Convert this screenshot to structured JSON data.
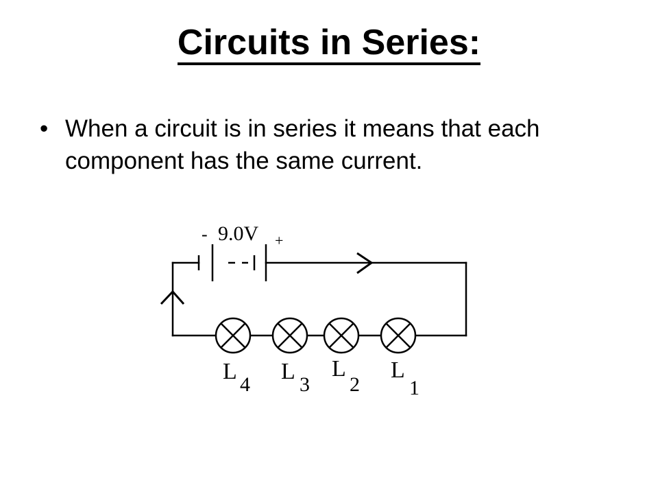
{
  "title": "Circuits in Series:",
  "bullets": [
    {
      "marker": "•",
      "text": "When a circuit is in series it means that each component has the same current."
    }
  ],
  "diagram": {
    "battery": {
      "voltage_label": "9.0V",
      "negative_label": "-",
      "positive_label": "+"
    },
    "lamps": [
      {
        "letter": "L",
        "subscript": "4"
      },
      {
        "letter": "L",
        "subscript": "3"
      },
      {
        "letter": "L",
        "subscript": "2"
      },
      {
        "letter": "L",
        "subscript": "1"
      }
    ],
    "current_arrows": [
      "right",
      "up"
    ]
  }
}
